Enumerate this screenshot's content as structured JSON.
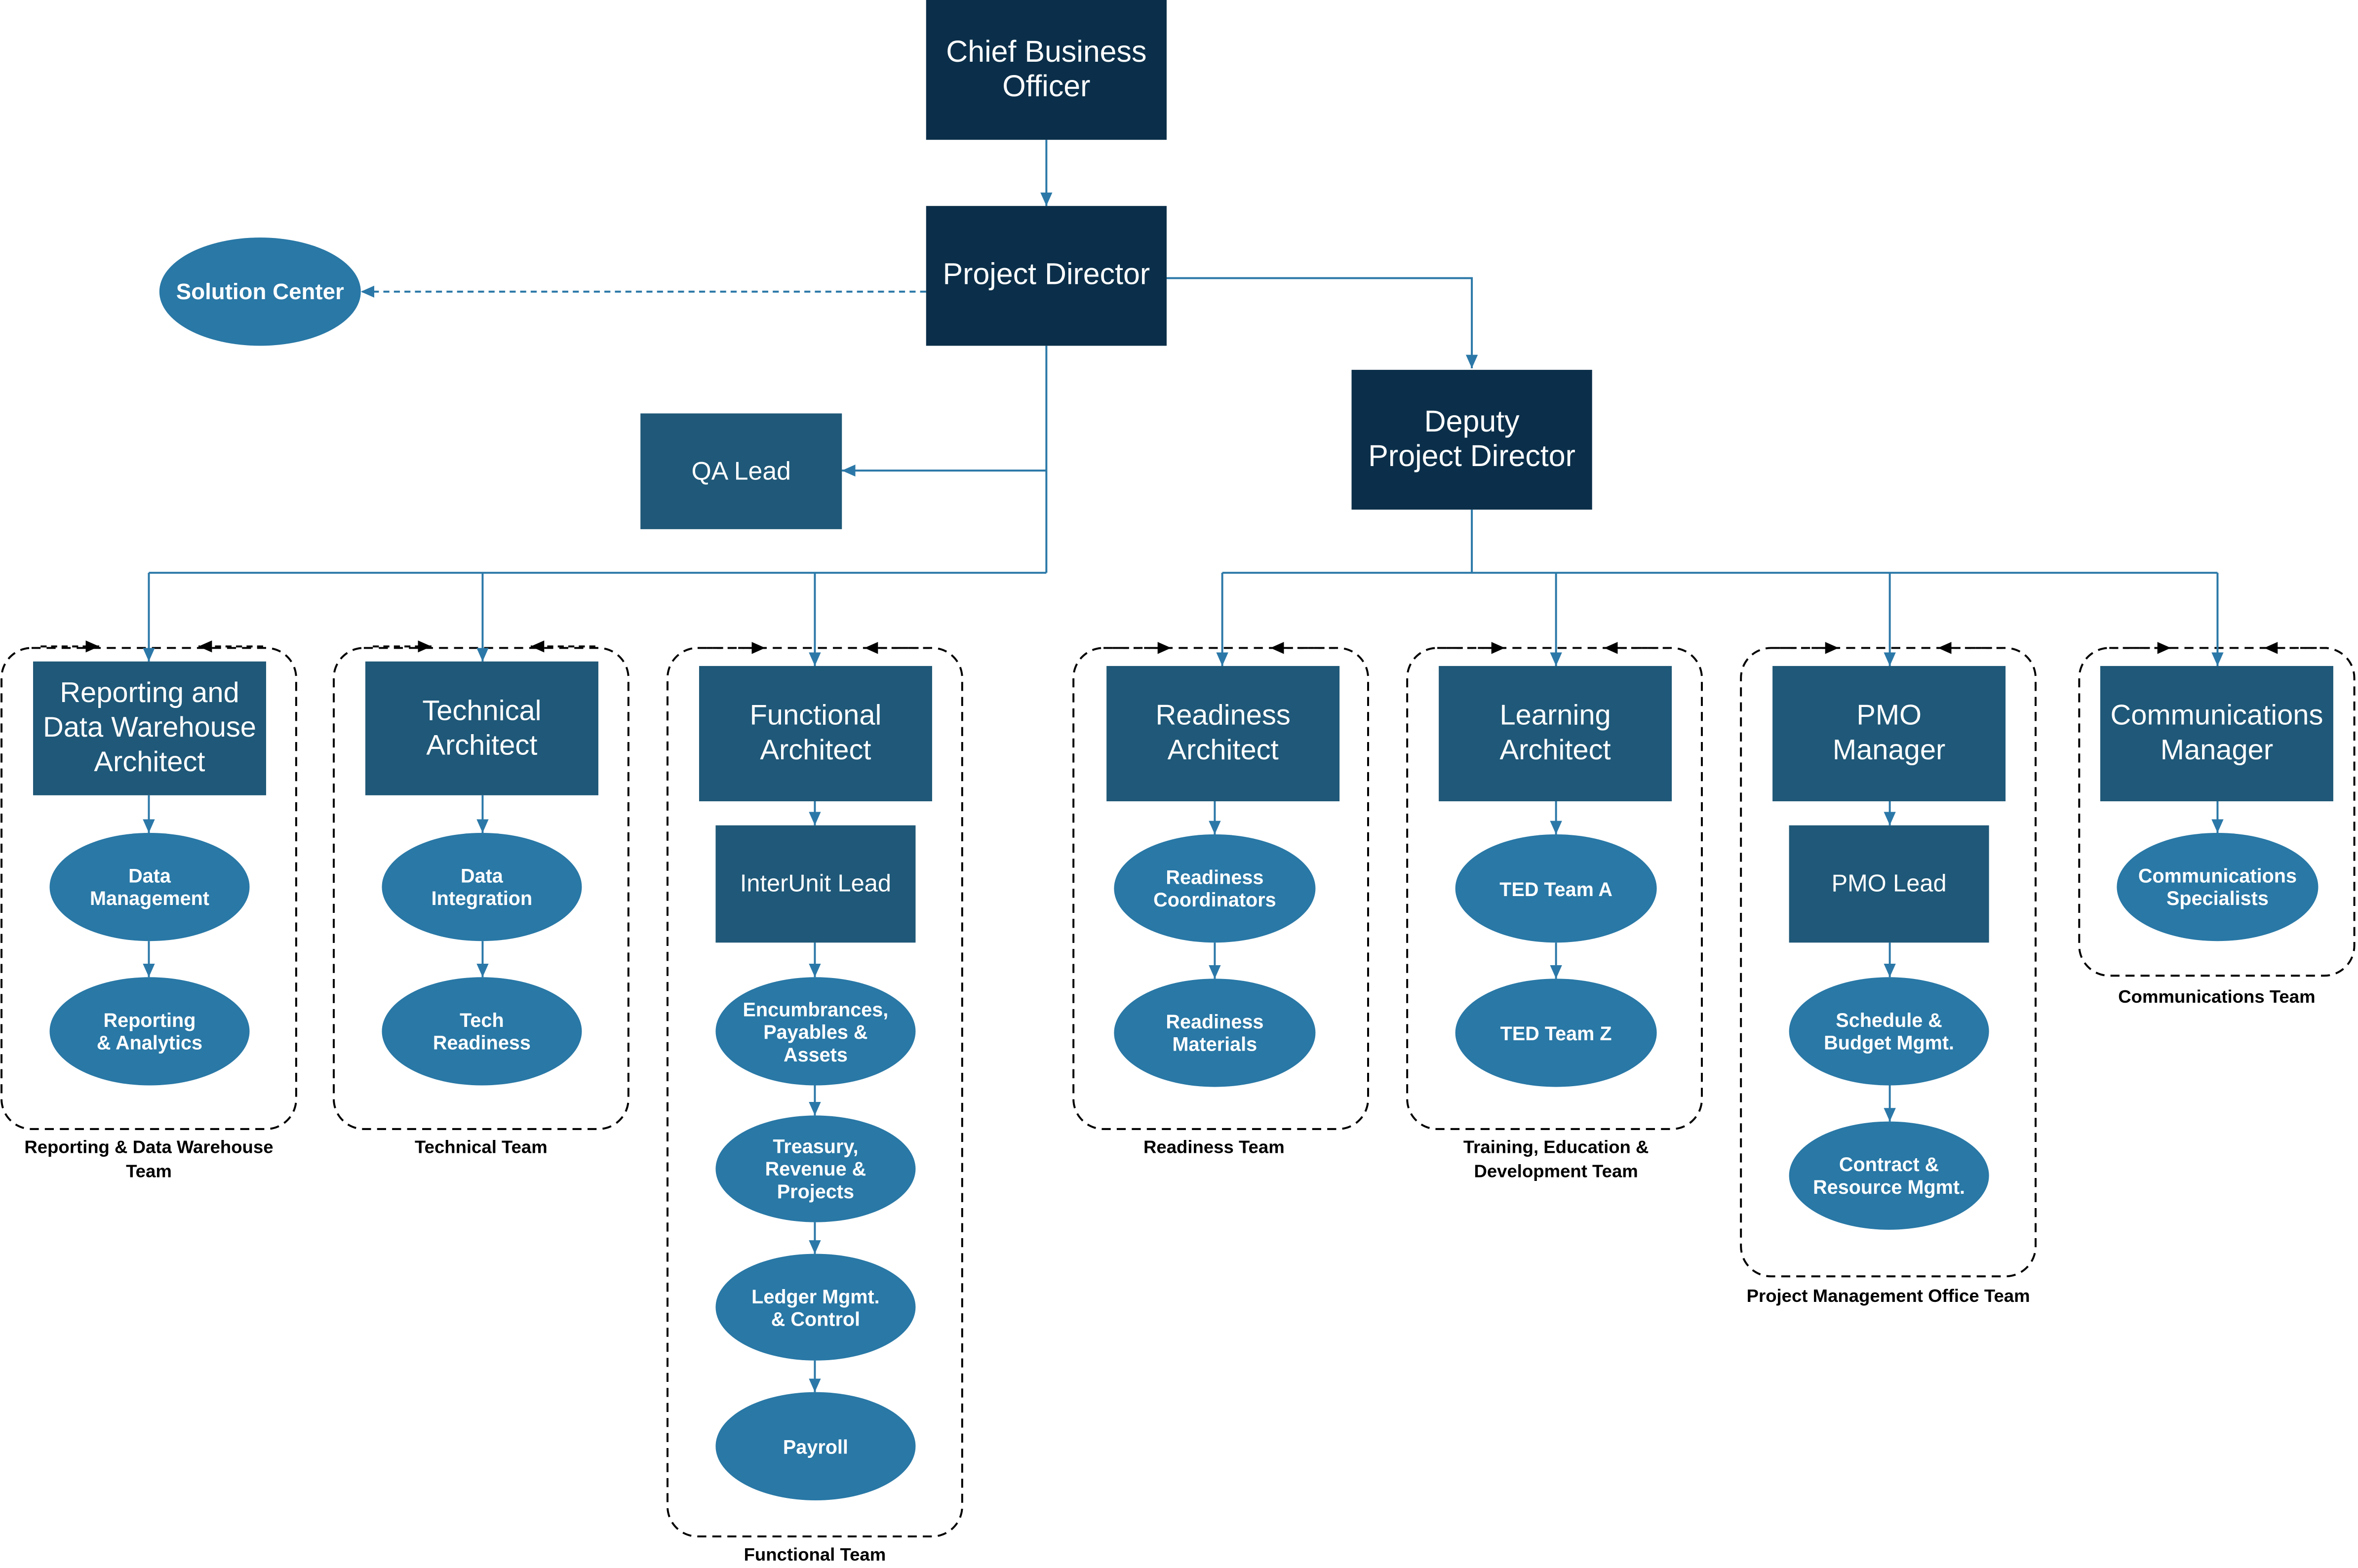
{
  "chart": {
    "nodes": {
      "cbo": "Chief Business\nOfficer",
      "director": "Project Director",
      "solution_center": "Solution Center",
      "qa_lead": "QA Lead",
      "deputy": "Deputy\nProject Director",
      "rdw_architect": "Reporting and\nData Warehouse\nArchitect",
      "data_management": "Data\nManagement",
      "reporting_analytics": "Reporting\n& Analytics",
      "tech_architect": "Technical\nArchitect",
      "data_integration": "Data\nIntegration",
      "tech_readiness": "Tech\nReadiness",
      "func_architect": "Functional\nArchitect",
      "interunit_lead": "InterUnit Lead",
      "encumbrances": "Encumbrances,\nPayables &\nAssets",
      "treasury": "Treasury,\nRevenue &\nProjects",
      "ledger": "Ledger Mgmt.\n& Control",
      "payroll": "Payroll",
      "readiness_architect": "Readiness\nArchitect",
      "readiness_coordinators": "Readiness\nCoordinators",
      "readiness_materials": "Readiness\nMaterials",
      "learning_architect": "Learning\nArchitect",
      "ted_team_a": "TED Team A",
      "ted_team_z": "TED Team Z",
      "pmo_manager": "PMO\nManager",
      "pmo_lead": "PMO Lead",
      "schedule_budget": "Schedule &\nBudget Mgmt.",
      "contract_resource": "Contract &\nResource Mgmt.",
      "comms_manager": "Communications\nManager",
      "comms_specialists": "Communications\nSpecialists"
    },
    "teams": {
      "rdw": "Reporting & Data Warehouse Team",
      "technical": "Technical Team",
      "functional": "Functional Team",
      "readiness": "Readiness Team",
      "ted": "Training, Education &\nDevelopment Team",
      "pmo": "Project Management Office Team",
      "comms": "Communications Team"
    },
    "colors": {
      "dark_box": "#0b2f4a",
      "mid_box": "#1f5878",
      "ellipse": "#2978a6",
      "connector": "#2b78a8"
    }
  }
}
